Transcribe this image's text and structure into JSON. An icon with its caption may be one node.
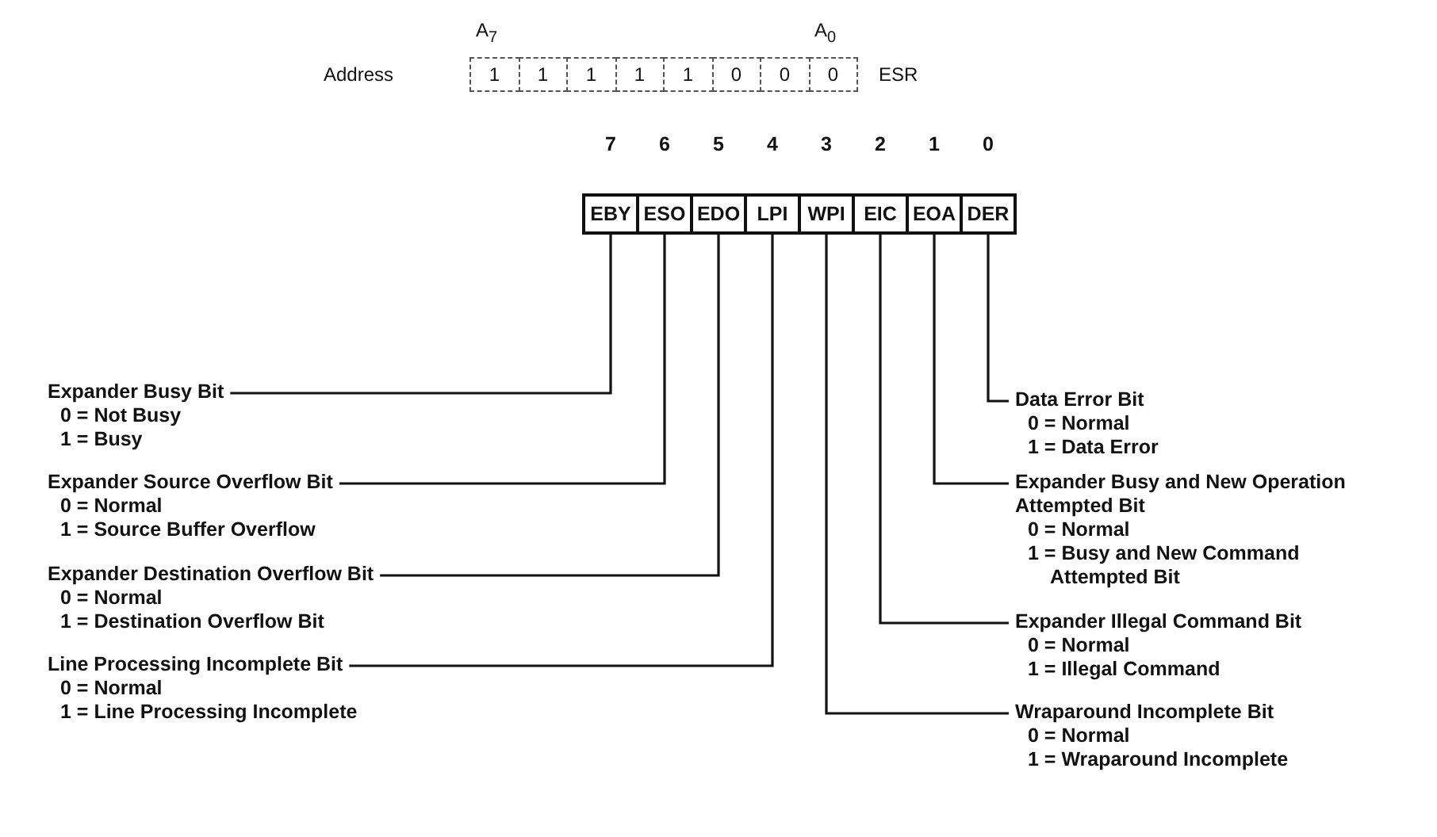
{
  "diagram": {
    "nodes": [
      {
        "text": [
          "EBY"
        ],
        "beside": [
          "7"
        ]
      },
      {
        "text": [
          "ESO"
        ],
        "beside": [
          "6"
        ]
      },
      {
        "text": [
          "EDO"
        ],
        "beside": [
          "5"
        ]
      },
      {
        "text": [
          "LPI"
        ],
        "beside": [
          "4"
        ]
      },
      {
        "text": [
          "WPI"
        ],
        "beside": [
          "3"
        ]
      },
      {
        "text": [
          "EIC"
        ],
        "beside": [
          "2"
        ]
      },
      {
        "text": [
          "EOA"
        ],
        "beside": [
          "1"
        ]
      },
      {
        "text": [
          "DER"
        ],
        "beside": [
          "0"
        ]
      },
      {
        "text": [
          "Expander Busy Bit",
          "0 = Not Busy",
          "1 = Busy"
        ]
      },
      {
        "text": [
          "Expander Source Overflow Bit",
          "0 = Normal",
          "1 = Source Buffer Overflow"
        ]
      },
      {
        "text": [
          "Expander Destination Overflow Bit",
          "0 = Normal",
          "1 = Destination Overflow Bit"
        ]
      },
      {
        "text": [
          "Line Processing Incomplete Bit",
          "0 = Normal",
          "1 = Line Processing Incomplete"
        ]
      },
      {
        "text": [
          "Data Error Bit",
          "0 = Normal",
          "1 = Data Error"
        ]
      },
      {
        "text": [
          "Expander Busy and New Operation Attempted Bit",
          "0 = Normal",
          "1 = Busy and New Command Attempted Bit"
        ]
      },
      {
        "text": [
          "Expander Illegal Command Bit",
          "0 = Normal",
          "1 = Illegal Command"
        ]
      },
      {
        "text": [
          "Wraparound Incomplete Bit",
          "0 = Normal",
          "1 = Wraparound Incomplete"
        ]
      }
    ],
    "edges": [
      {
        "from": 8,
        "to": 0,
        "arrow": "none"
      },
      {
        "from": 9,
        "to": 1,
        "arrow": "none"
      },
      {
        "from": 10,
        "to": 2,
        "arrow": "none"
      },
      {
        "from": 11,
        "to": 3,
        "arrow": "none"
      },
      {
        "from": 12,
        "to": 7,
        "arrow": "none"
      },
      {
        "from": 13,
        "to": 6,
        "arrow": "none"
      },
      {
        "from": 14,
        "to": 5,
        "arrow": "none"
      },
      {
        "from": 15,
        "to": 4,
        "arrow": "none"
      }
    ],
    "labels": [
      "A$_{7}$",
      "A$_{0}$",
      "Address",
      "1",
      "1",
      "1",
      "1",
      "1",
      "0",
      "0",
      "0",
      "ESR"
    ]
  }
}
